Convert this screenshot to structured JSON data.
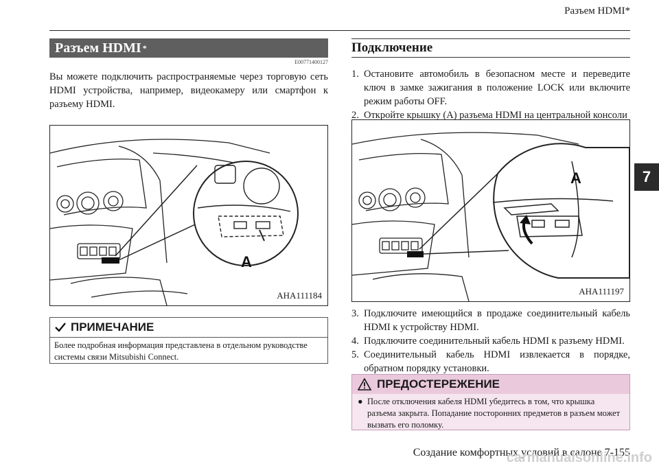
{
  "header": {
    "running_title": "Разъем HDMI*"
  },
  "chapter_tab": "7",
  "left": {
    "title": "Разъем HDMI",
    "title_mark": "*",
    "code": "E00771400127",
    "intro": "Вы можете подключить распространяемые через торговую сеть HDMI устройства, например, видеокамеру или смартфон к разъему HDMI.",
    "figure": {
      "code": "AHA111184",
      "label": "A"
    },
    "note": {
      "heading": "ПРИМЕЧАНИЕ",
      "text": "Более подробная информация представлена в отдельном руководстве системы связи Mitsubishi Connect."
    }
  },
  "right": {
    "title": "Подключение",
    "steps_a": [
      {
        "num": "1.",
        "text": "Остановите автомобиль в безопасном месте и переведите ключ в замке зажигания в положение LOCK или включите режим работы OFF."
      },
      {
        "num": "2.",
        "text": "Откройте крышку (A) разъема HDMI на центральной консоли"
      }
    ],
    "figure": {
      "code": "AHA111197",
      "label": "A"
    },
    "steps_b": [
      {
        "num": "3.",
        "text": "Подключите имеющийся в продаже соединительный кабель HDMI к устройству HDMI."
      },
      {
        "num": "4.",
        "text": "Подключите соединительный кабель HDMI к разъему HDMI."
      },
      {
        "num": "5.",
        "text": "Соединительный кабель HDMI извлекается в порядке, обратном порядку установки."
      }
    ],
    "warning": {
      "heading": "ПРЕДОСТЕРЕЖЕНИЕ",
      "text": "После отключения кабеля HDMI убедитесь в том, что крышка разъема закрыта. Попадание посторонних предметов в разъем может вызвать его поломку."
    }
  },
  "footer": {
    "text": "Создание комфортных условий в салоне 7-155"
  },
  "watermark": "carmanualsonline.info"
}
